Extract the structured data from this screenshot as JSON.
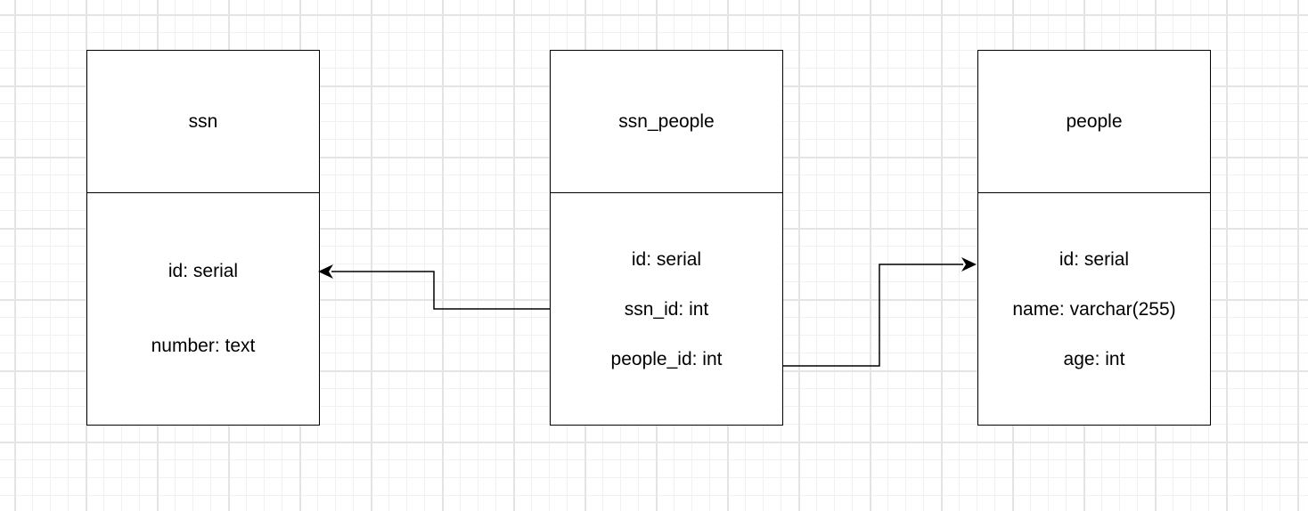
{
  "tables": [
    {
      "key": "ssn",
      "title": "ssn",
      "fields": [
        "id: serial",
        "number: text"
      ]
    },
    {
      "key": "ssn_people",
      "title": "ssn_people",
      "fields": [
        "id: serial",
        "ssn_id: int",
        "people_id: int"
      ]
    },
    {
      "key": "people",
      "title": "people",
      "fields": [
        "id: serial",
        "name: varchar(255)",
        "age: int"
      ]
    }
  ],
  "relations": [
    {
      "from": "ssn_people.ssn_id",
      "to": "ssn.id"
    },
    {
      "from": "ssn_people.people_id",
      "to": "people.id"
    }
  ],
  "colors": {
    "line": "#000000",
    "grid": "#e4e4e4",
    "background": "#ffffff"
  }
}
